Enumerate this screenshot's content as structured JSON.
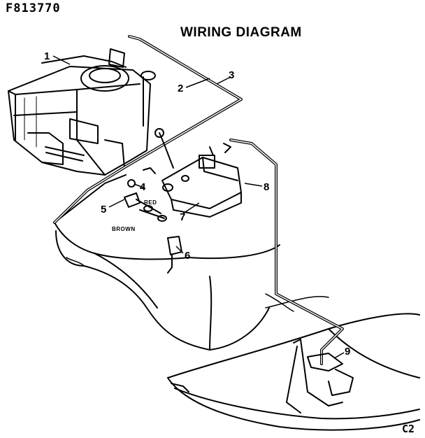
{
  "header": {
    "code": "F813770",
    "title": "WIRING DIAGRAM"
  },
  "footer": {
    "corner": "C2"
  },
  "callouts": [
    "1",
    "2",
    "3",
    "4",
    "5",
    "6",
    "7",
    "8",
    "9"
  ],
  "wire_labels": {
    "red": "RED",
    "brown": "BROWN"
  },
  "colors": {
    "ink": "#000000",
    "paper": "#ffffff"
  }
}
